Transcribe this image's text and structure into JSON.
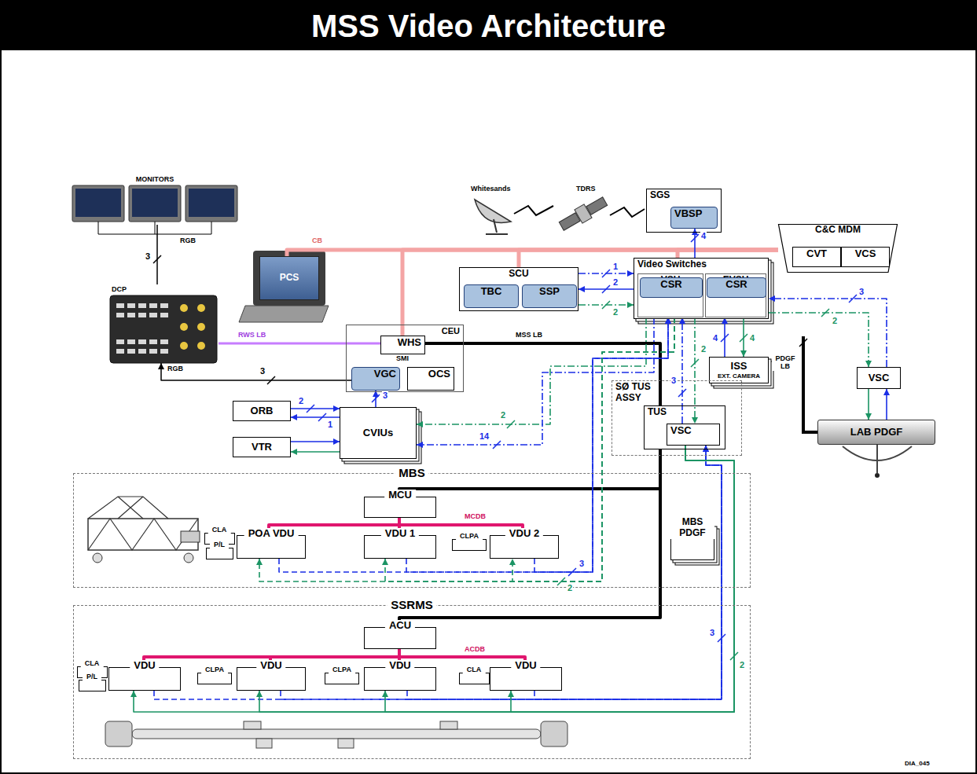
{
  "diagram": {
    "title": "MSS Video Architecture",
    "nodes": [
      {
        "text": [
          "MONITORS"
        ]
      },
      {
        "text": [
          "DCP"
        ]
      },
      {
        "text": [
          "PCS"
        ]
      },
      {
        "text": [
          "CEU"
        ]
      },
      {
        "text": [
          "WHS"
        ],
        "in": 3
      },
      {
        "text": [
          "VGC"
        ],
        "in": 3
      },
      {
        "text": [
          "OCS"
        ],
        "in": 3
      },
      {
        "text": [
          "SGS"
        ]
      },
      {
        "text": [
          "VBSP"
        ],
        "in": 7
      },
      {
        "text": [
          "C&C MDM"
        ]
      },
      {
        "text": [
          "CVT"
        ],
        "in": 9
      },
      {
        "text": [
          "VCS"
        ],
        "in": 9
      },
      {
        "text": [
          "SCU"
        ]
      },
      {
        "text": [
          "TBC"
        ],
        "in": 12
      },
      {
        "text": [
          "SSP"
        ],
        "in": 12
      },
      {
        "text": [
          "Video Switches"
        ]
      },
      {
        "text": [
          "VSU"
        ],
        "in": 15
      },
      {
        "text": [
          "CSR"
        ],
        "in": 16
      },
      {
        "text": [
          "EVSU"
        ],
        "in": 15
      },
      {
        "text": [
          "CSR"
        ],
        "in": 18
      },
      {
        "text": [
          "ISS",
          "EXT. CAMERA"
        ]
      },
      {
        "text": [
          "ORB"
        ]
      },
      {
        "text": [
          "VTR"
        ]
      },
      {
        "text": [
          "CVIUs"
        ]
      },
      {
        "text": [
          "SØ TUS ASSY"
        ]
      },
      {
        "text": [
          "TUS"
        ],
        "in": 24
      },
      {
        "text": [
          "VSC"
        ],
        "in": 25
      },
      {
        "text": [
          "VSC"
        ]
      },
      {
        "text": [
          "LAB PDGF"
        ]
      },
      {
        "text": [
          "MBS"
        ]
      },
      {
        "text": [
          "MCU"
        ],
        "in": 29
      },
      {
        "text": [
          "POA VDU"
        ],
        "in": 29
      },
      {
        "text": [
          "VDU 1"
        ],
        "in": 29
      },
      {
        "text": [
          "VDU 2"
        ],
        "in": 29
      },
      {
        "text": [
          "CLA"
        ],
        "in": 29
      },
      {
        "text": [
          "P/L"
        ],
        "in": 29
      },
      {
        "text": [
          "CLPA"
        ],
        "in": 29
      },
      {
        "text": [
          "MBS PDGF"
        ],
        "in": 29
      },
      {
        "text": [
          "SSRMS"
        ]
      },
      {
        "text": [
          "ACU"
        ],
        "in": 38
      },
      {
        "text": [
          "VDU"
        ],
        "in": 38
      },
      {
        "text": [
          "VDU"
        ],
        "in": 38
      },
      {
        "text": [
          "VDU"
        ],
        "in": 38
      },
      {
        "text": [
          "VDU"
        ],
        "in": 38
      },
      {
        "text": [
          "CLA"
        ],
        "in": 38
      },
      {
        "text": [
          "P/L"
        ],
        "in": 38
      },
      {
        "text": [
          "CLPA"
        ],
        "in": 38
      },
      {
        "text": [
          "CLPA"
        ],
        "in": 38
      },
      {
        "text": [
          "CLA"
        ],
        "in": 38
      }
    ],
    "edges": [
      {
        "from": 5,
        "to": 1,
        "arrow": "to",
        "label": "RGB"
      },
      {
        "from": 1,
        "to": 0,
        "arrow": "none",
        "label": "RGB"
      },
      {
        "from": 1,
        "to": 4,
        "arrow": "none",
        "label": "RWS LB"
      },
      {
        "from": 9,
        "to": 2,
        "arrow": "none",
        "label": "CB"
      },
      {
        "from": 9,
        "to": 4,
        "arrow": "none"
      },
      {
        "from": 9,
        "to": 12,
        "arrow": "none"
      },
      {
        "from": 9,
        "to": 15,
        "arrow": "none"
      },
      {
        "from": 15,
        "to": 8,
        "arrow": "to"
      },
      {
        "from": 12,
        "to": 15,
        "arrow": "to"
      },
      {
        "from": 15,
        "to": 12,
        "arrow": "to"
      },
      {
        "from": 12,
        "to": 15,
        "arrow": "to"
      },
      {
        "from": 4,
        "to": 25,
        "arrow": "none",
        "label": "MSS LB"
      },
      {
        "from": 25,
        "to": 30,
        "arrow": "none"
      },
      {
        "from": 25,
        "to": 39,
        "arrow": "none"
      },
      {
        "from": 23,
        "to": 5,
        "arrow": "to"
      },
      {
        "from": 21,
        "to": 23,
        "arrow": "to"
      },
      {
        "from": 23,
        "to": 21,
        "arrow": "to"
      },
      {
        "from": 22,
        "to": 23,
        "arrow": "to"
      },
      {
        "from": 23,
        "to": 22,
        "arrow": "to"
      },
      {
        "from": 16,
        "to": 23,
        "arrow": "to"
      },
      {
        "from": 16,
        "to": 23,
        "arrow": "to"
      },
      {
        "from": 16,
        "to": 26,
        "arrow": "to"
      },
      {
        "from": 26,
        "to": 16,
        "arrow": "to"
      },
      {
        "from": 20,
        "to": 18,
        "arrow": "to"
      },
      {
        "from": 18,
        "to": 20,
        "arrow": "to"
      },
      {
        "from": 27,
        "to": 15,
        "arrow": "to"
      },
      {
        "from": 15,
        "to": 27,
        "arrow": "to"
      },
      {
        "from": 27,
        "to": 28,
        "arrow": "to"
      },
      {
        "from": 28,
        "to": 27,
        "arrow": "to"
      },
      {
        "from": 31,
        "to": 16,
        "arrow": "to"
      },
      {
        "from": 32,
        "to": 16,
        "arrow": "to"
      },
      {
        "from": 33,
        "to": 16,
        "arrow": "to"
      },
      {
        "from": 16,
        "to": 31,
        "arrow": "to"
      },
      {
        "from": 16,
        "to": 32,
        "arrow": "to"
      },
      {
        "from": 16,
        "to": 33,
        "arrow": "to"
      },
      {
        "from": 30,
        "to": 31,
        "arrow": "none"
      },
      {
        "from": 30,
        "to": 32,
        "arrow": "none",
        "label": "MCDB"
      },
      {
        "from": 30,
        "to": 33,
        "arrow": "none"
      },
      {
        "from": 40,
        "to": 26,
        "arrow": "to"
      },
      {
        "from": 41,
        "to": 26,
        "arrow": "to"
      },
      {
        "from": 42,
        "to": 26,
        "arrow": "to"
      },
      {
        "from": 43,
        "to": 26,
        "arrow": "to"
      },
      {
        "from": 26,
        "to": 40,
        "arrow": "to"
      },
      {
        "from": 26,
        "to": 41,
        "arrow": "to"
      },
      {
        "from": 26,
        "to": 42,
        "arrow": "to"
      },
      {
        "from": 26,
        "to": 43,
        "arrow": "to"
      },
      {
        "from": 39,
        "to": 40,
        "arrow": "none"
      },
      {
        "from": 39,
        "to": 41,
        "arrow": "none"
      },
      {
        "from": 39,
        "to": 42,
        "arrow": "none",
        "label": "ACDB"
      },
      {
        "from": 39,
        "to": 43,
        "arrow": "none"
      }
    ],
    "labels": [
      "3",
      "3",
      "SMI",
      "Whitesands",
      "TDRS",
      "4",
      "1",
      "2",
      "2",
      "3",
      "2",
      "4",
      "4",
      "2",
      "3",
      "PDGF LB",
      "2",
      "1",
      "3",
      "2",
      "14",
      "3",
      "2",
      "3",
      "2",
      "DIA_045"
    ]
  }
}
